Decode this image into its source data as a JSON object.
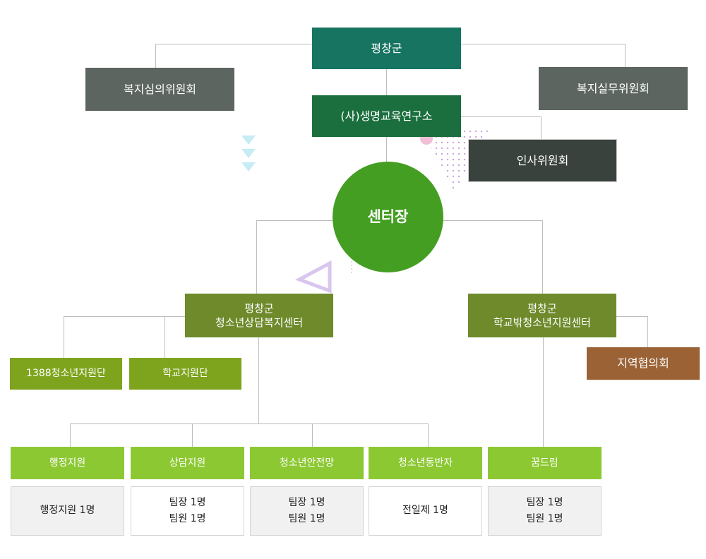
{
  "colors": {
    "top": "#167460",
    "institute": "#1b6f3e",
    "committee": "#5c6560",
    "hr": "#3a423e",
    "director": "#439e22",
    "center": "#6e8a2b",
    "team": "#7da41c",
    "council": "#9a6235",
    "dept": "#8cc832",
    "staff_bg": "#f1f1f1",
    "line": "#bdbdbd"
  },
  "top": {
    "label": "평창군"
  },
  "left_committee": {
    "label": "복지심의위원회"
  },
  "right_committee": {
    "label": "복지실무위원회"
  },
  "institute": {
    "label": "(사)생명교육연구소"
  },
  "hr_committee": {
    "label": "인사위원회"
  },
  "director": {
    "label": "센터장"
  },
  "counsel_center": {
    "label": "평창군\n청소년상담복지센터"
  },
  "outschool_center": {
    "label": "평창군\n학교밖청소년지원센터"
  },
  "teams": [
    {
      "label": "1388청소년지원단"
    },
    {
      "label": "학교지원단"
    }
  ],
  "regional_council": {
    "label": "지역협의회"
  },
  "departments": [
    {
      "label": "행정지원",
      "staff": [
        "행정지원 1명"
      ]
    },
    {
      "label": "상담지원",
      "staff": [
        "팀장 1명",
        "팀원 1명"
      ]
    },
    {
      "label": "청소년안전망",
      "staff": [
        "팀장 1명",
        "팀원 1명"
      ]
    },
    {
      "label": "청소년동반자",
      "staff": [
        "전일제 1명"
      ]
    },
    {
      "label": "꿈드림",
      "staff": [
        "팀장 1명",
        "팀원 1명"
      ]
    }
  ]
}
